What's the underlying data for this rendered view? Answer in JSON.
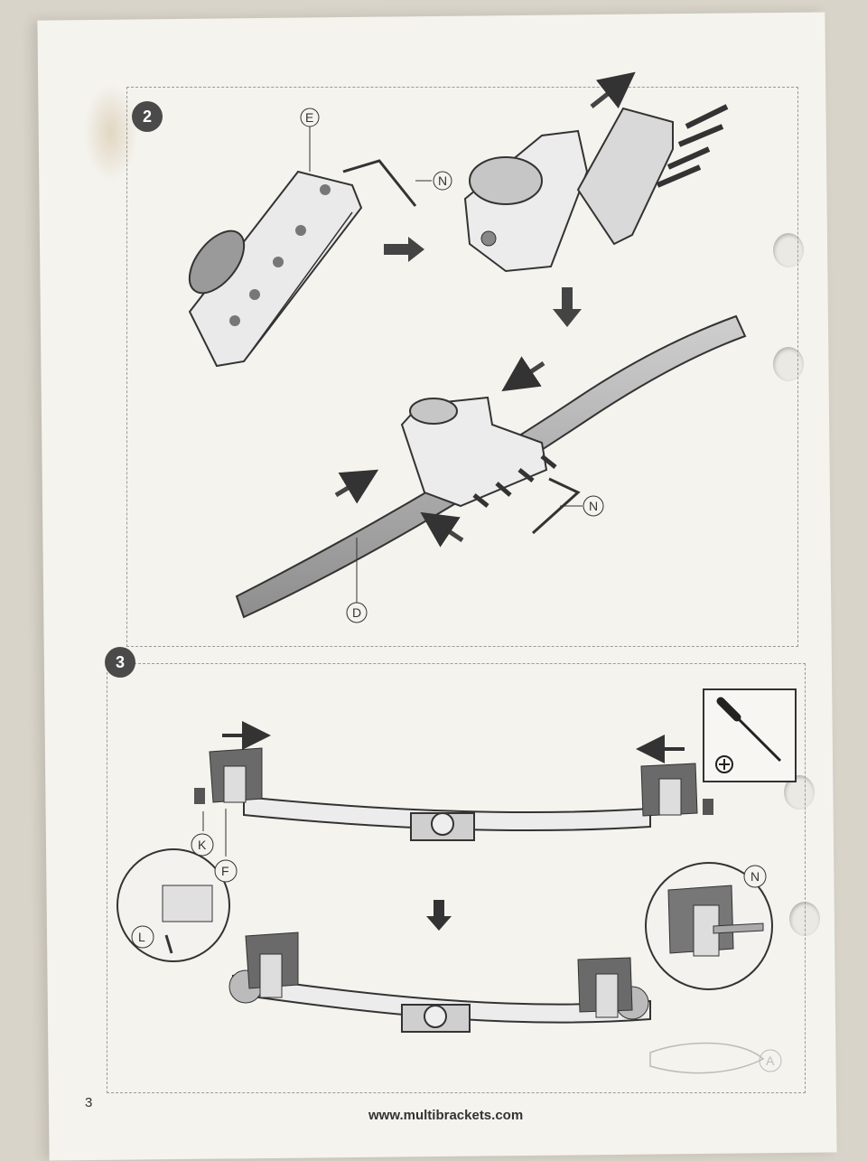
{
  "steps": [
    {
      "number": "2"
    },
    {
      "number": "3"
    }
  ],
  "parts": {
    "E": "E",
    "N": "N",
    "D": "D",
    "K": "K",
    "F": "F",
    "L": "L",
    "A": "A"
  },
  "page_number": "3",
  "footer_url": "www.multibrackets.com",
  "icons": [
    "screwdriver-icon",
    "phillips-plus-icon",
    "arrow-icon"
  ]
}
